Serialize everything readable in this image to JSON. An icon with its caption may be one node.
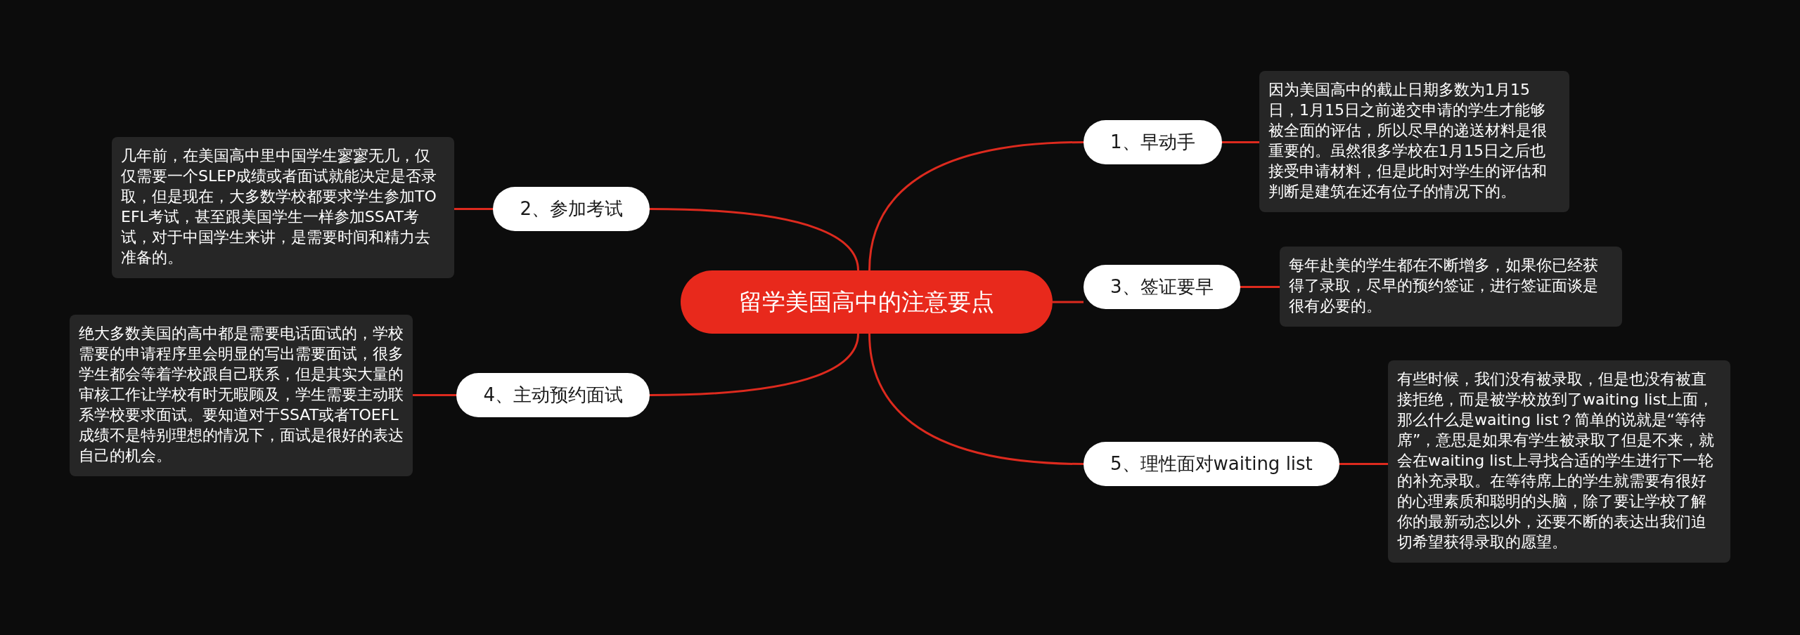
{
  "diagram": {
    "nodes": [
      {
        "text": [
          "留学美国高中的注意要点"
        ]
      },
      {
        "text": [
          "1、早动手"
        ]
      },
      {
        "text": [
          "因为美国高中的截止日期多数为1月15日，1月15日之前递交申请的学生才能够被全面的评估，所以尽早的递送材料是很重要的。虽然很多学校在1月15日之后也接受申请材料，但是此时对学生的评估和判断是建筑在还有位子的情况下的。"
        ]
      },
      {
        "text": [
          "2、参加考试"
        ]
      },
      {
        "text": [
          "几年前，在美国高中里中国学生寥寥无几，仅仅需要一个SLEP成绩或者面试就能决定是否录取，但是现在，大多数学校都要求学生参加TOEFL考试，甚至跟美国学生一样参加SSAT考试，对于中国学生来讲，是需要时间和精力去准备的。"
        ]
      },
      {
        "text": [
          "3、签证要早"
        ]
      },
      {
        "text": [
          "每年赴美的学生都在不断增多，如果你已经获得了录取，尽早的预约签证，进行签证面谈是很有必要的。"
        ]
      },
      {
        "text": [
          "4、主动预约面试"
        ]
      },
      {
        "text": [
          "绝大多数美国的高中都是需要电话面试的，学校需要的申请程序里会明显的写出需要面试，很多学生都会等着学校跟自己联系，但是其实大量的审核工作让学校有时无暇顾及，学生需要主动联系学校要求面试。要知道对于SSAT或者TOEFL成绩不是特别理想的情况下，面试是很好的表达自己的机会。"
        ]
      },
      {
        "text": [
          "5、理性面对waiting list"
        ]
      },
      {
        "text": [
          "有些时候，我们没有被录取，但是也没有被直接拒绝，而是被学校放到了waiting list上面，那么什么是waiting list？简单的说就是“等待席”，意思是如果有学生被录取了但是不来，就会在waiting list上寻找合适的学生进行下一轮的补充录取。在等待席上的学生就需要有很好的心理素质和聪明的头脑，除了要让学校了解你的最新动态以外，还要不断的表达出我们迫切希望获得录取的愿望。"
        ]
      }
    ],
    "edges": [
      {
        "from": 0,
        "to": 1,
        "arrow": "none"
      },
      {
        "from": 1,
        "to": 2,
        "arrow": "none"
      },
      {
        "from": 0,
        "to": 3,
        "arrow": "none"
      },
      {
        "from": 3,
        "to": 4,
        "arrow": "none"
      },
      {
        "from": 0,
        "to": 5,
        "arrow": "none"
      },
      {
        "from": 5,
        "to": 6,
        "arrow": "none"
      },
      {
        "from": 0,
        "to": 7,
        "arrow": "none"
      },
      {
        "from": 7,
        "to": 8,
        "arrow": "none"
      },
      {
        "from": 0,
        "to": 9,
        "arrow": "none"
      },
      {
        "from": 9,
        "to": 10,
        "arrow": "none"
      }
    ]
  }
}
